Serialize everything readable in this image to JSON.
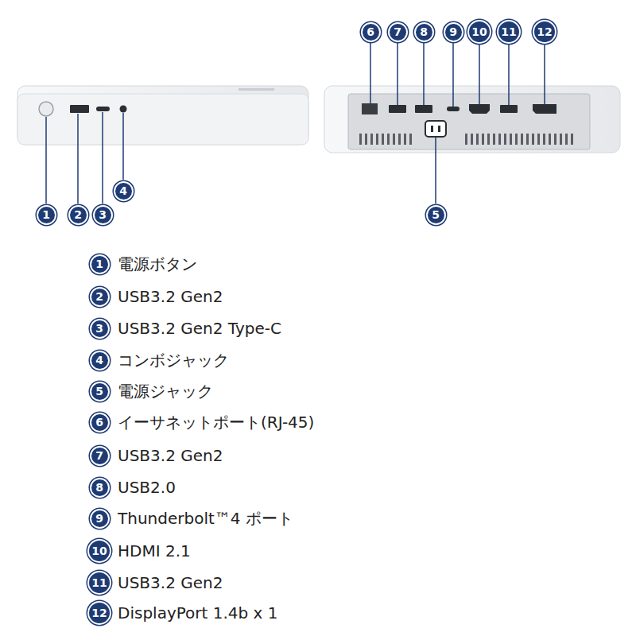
{
  "diagram": {
    "nodes": [
      {
        "text": [
          "1"
        ]
      },
      {
        "text": [
          "2"
        ]
      },
      {
        "text": [
          "3"
        ]
      },
      {
        "text": [
          "4"
        ]
      },
      {
        "text": [
          "5"
        ]
      },
      {
        "text": [
          "6"
        ]
      },
      {
        "text": [
          "7"
        ]
      },
      {
        "text": [
          "8"
        ]
      },
      {
        "text": [
          "9"
        ]
      },
      {
        "text": [
          "10"
        ]
      },
      {
        "text": [
          "11"
        ]
      },
      {
        "text": [
          "12"
        ]
      },
      {
        "text": [
          "1"
        ]
      },
      {
        "text": [
          "2"
        ]
      },
      {
        "text": [
          "3"
        ]
      },
      {
        "text": [
          "4"
        ]
      },
      {
        "text": [
          "5"
        ]
      },
      {
        "text": [
          "6"
        ]
      },
      {
        "text": [
          "7"
        ]
      },
      {
        "text": [
          "8"
        ]
      },
      {
        "text": [
          "9"
        ]
      },
      {
        "text": [
          "10"
        ]
      },
      {
        "text": [
          "11"
        ]
      },
      {
        "text": [
          "12"
        ]
      }
    ],
    "labels": [
      "電源ボタン",
      "USB3.2 Gen2",
      "USB3.2 Gen2 Type-C",
      "コンボジャック",
      "電源ジャック",
      "イーサネットポート(RJ-45)",
      "USB3.2 Gen2",
      "USB2.0",
      "Thunderbolt™4 ポート",
      "HDMI 2.1",
      "USB3.2 Gen2",
      "DisplayPort 1.4b x 1"
    ]
  }
}
